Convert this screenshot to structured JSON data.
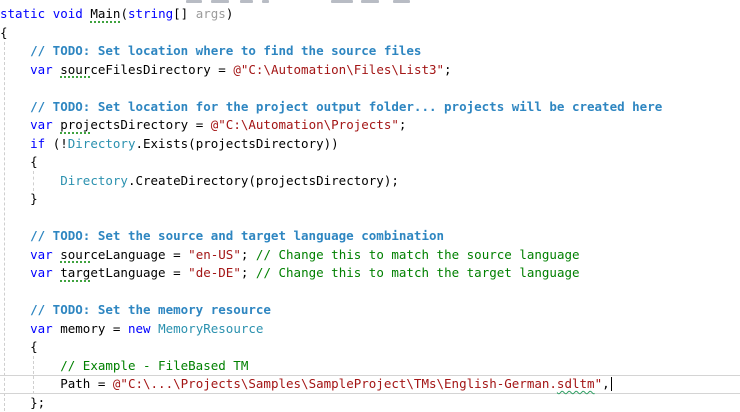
{
  "editor": {
    "background": "#ffffff",
    "colors": {
      "keyword": "#0000ff",
      "type_name": "#2b91af",
      "string_literal": "#a31515",
      "comment": "#008000",
      "todo_comment": "#2e86c1",
      "plain_text": "#000000",
      "dimmed_parameter": "#9b9b9b",
      "suggestion_dots": "#3fa33f",
      "spelling_squiggle": "#2e9e62",
      "current_line_border": "#d4d4d4"
    },
    "caret_line_index": 20,
    "lines": [
      {
        "segments": [
          {
            "t": "static",
            "c": "k"
          },
          {
            "t": " ",
            "c": "pl"
          },
          {
            "t": "void",
            "c": "k"
          },
          {
            "t": " ",
            "c": "pl"
          },
          {
            "t": "Main",
            "c": "pl",
            "u": "dots"
          },
          {
            "t": "(",
            "c": "pl"
          },
          {
            "t": "string",
            "c": "k"
          },
          {
            "t": "[] ",
            "c": "pl"
          },
          {
            "t": "args",
            "c": "gy"
          },
          {
            "t": ")",
            "c": "pl"
          }
        ]
      },
      {
        "segments": [
          {
            "t": "{",
            "c": "pl"
          }
        ]
      },
      {
        "segments": [
          {
            "t": "    ",
            "c": "pl"
          },
          {
            "t": "// TODO: Set location where to find the source files",
            "c": "td"
          }
        ]
      },
      {
        "segments": [
          {
            "t": "    ",
            "c": "pl"
          },
          {
            "t": "var",
            "c": "k"
          },
          {
            "t": " ",
            "c": "pl"
          },
          {
            "t": "sour",
            "c": "pl",
            "u": "dots"
          },
          {
            "t": "ceFilesDirectory",
            "c": "pl"
          },
          {
            "t": " = ",
            "c": "pl"
          },
          {
            "t": "@\"C:\\Automation\\Files\\List3\"",
            "c": "s"
          },
          {
            "t": ";",
            "c": "pl"
          }
        ]
      },
      {
        "segments": []
      },
      {
        "segments": [
          {
            "t": "    ",
            "c": "pl"
          },
          {
            "t": "// TODO: Set location for the project output folder... projects will be created here",
            "c": "td"
          }
        ]
      },
      {
        "segments": [
          {
            "t": "    ",
            "c": "pl"
          },
          {
            "t": "var",
            "c": "k"
          },
          {
            "t": " ",
            "c": "pl"
          },
          {
            "t": "proj",
            "c": "pl",
            "u": "dots"
          },
          {
            "t": "ectsDirectory",
            "c": "pl"
          },
          {
            "t": " = ",
            "c": "pl"
          },
          {
            "t": "@\"C:\\Automation\\Projects\"",
            "c": "s"
          },
          {
            "t": ";",
            "c": "pl"
          }
        ]
      },
      {
        "segments": [
          {
            "t": "    ",
            "c": "pl"
          },
          {
            "t": "if",
            "c": "k"
          },
          {
            "t": " (!",
            "c": "pl"
          },
          {
            "t": "Directory",
            "c": "ty"
          },
          {
            "t": ".Exists(projectsDirectory))",
            "c": "pl"
          }
        ]
      },
      {
        "segments": [
          {
            "t": "    {",
            "c": "pl"
          }
        ]
      },
      {
        "segments": [
          {
            "t": "        ",
            "c": "pl"
          },
          {
            "t": "Directory",
            "c": "ty"
          },
          {
            "t": ".CreateDirectory(projectsDirectory);",
            "c": "pl"
          }
        ]
      },
      {
        "segments": [
          {
            "t": "    }",
            "c": "pl"
          }
        ]
      },
      {
        "segments": []
      },
      {
        "segments": [
          {
            "t": "    ",
            "c": "pl"
          },
          {
            "t": "// TODO: Set the source and target language combination",
            "c": "td"
          }
        ]
      },
      {
        "segments": [
          {
            "t": "    ",
            "c": "pl"
          },
          {
            "t": "var",
            "c": "k"
          },
          {
            "t": " ",
            "c": "pl"
          },
          {
            "t": "sour",
            "c": "pl",
            "u": "dots"
          },
          {
            "t": "ceLanguage",
            "c": "pl"
          },
          {
            "t": " = ",
            "c": "pl"
          },
          {
            "t": "\"en-US\"",
            "c": "s"
          },
          {
            "t": "; ",
            "c": "pl"
          },
          {
            "t": "// Change this to match the source language",
            "c": "cm"
          }
        ]
      },
      {
        "segments": [
          {
            "t": "    ",
            "c": "pl"
          },
          {
            "t": "var",
            "c": "k"
          },
          {
            "t": " ",
            "c": "pl"
          },
          {
            "t": "targ",
            "c": "pl",
            "u": "dots"
          },
          {
            "t": "etLanguage",
            "c": "pl"
          },
          {
            "t": " = ",
            "c": "pl"
          },
          {
            "t": "\"de-DE\"",
            "c": "s"
          },
          {
            "t": "; ",
            "c": "pl"
          },
          {
            "t": "// Change this to match the target language",
            "c": "cm"
          }
        ]
      },
      {
        "segments": []
      },
      {
        "segments": [
          {
            "t": "    ",
            "c": "pl"
          },
          {
            "t": "// TODO: Set the memory resource",
            "c": "td"
          }
        ]
      },
      {
        "segments": [
          {
            "t": "    ",
            "c": "pl"
          },
          {
            "t": "var",
            "c": "k"
          },
          {
            "t": " memory = ",
            "c": "pl"
          },
          {
            "t": "new",
            "c": "k"
          },
          {
            "t": " ",
            "c": "pl"
          },
          {
            "t": "MemoryResource",
            "c": "ty"
          }
        ]
      },
      {
        "segments": [
          {
            "t": "    {",
            "c": "pl"
          }
        ]
      },
      {
        "segments": [
          {
            "t": "        ",
            "c": "pl"
          },
          {
            "t": "// Example - FileBased TM",
            "c": "cm"
          }
        ]
      },
      {
        "current": true,
        "segments": [
          {
            "t": "        ",
            "c": "pl"
          },
          {
            "t": "Path = ",
            "c": "pl"
          },
          {
            "t": "@\"C:\\...\\Projects\\Samples\\SampleProject\\TMs\\English-German.",
            "c": "s"
          },
          {
            "t": "sdltm",
            "c": "s",
            "u": "wavy"
          },
          {
            "t": "\"",
            "c": "s"
          },
          {
            "t": ",",
            "c": "pl"
          },
          {
            "caret": true
          }
        ]
      },
      {
        "segments": [
          {
            "t": "    };",
            "c": "pl"
          }
        ]
      }
    ]
  }
}
